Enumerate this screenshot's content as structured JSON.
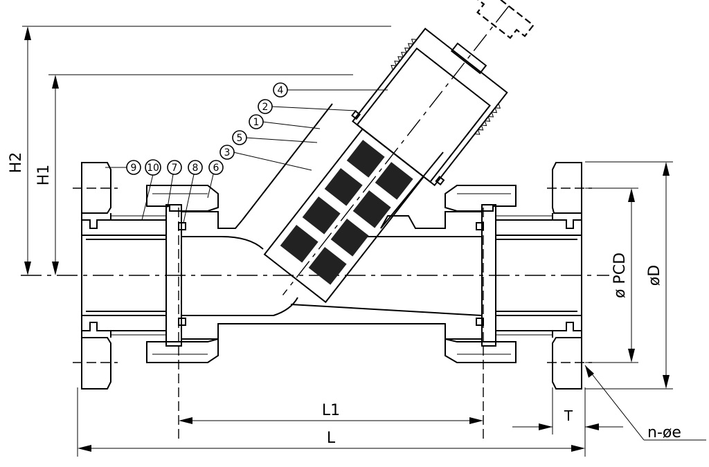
{
  "dimensions": {
    "H2": "H2",
    "H1": "H1",
    "L1": "L1",
    "L": "L",
    "T": "T",
    "PCD": "ø PCD",
    "D": "øD",
    "holes": "n-øe"
  },
  "balloons": [
    {
      "id": "b4",
      "label": "4"
    },
    {
      "id": "b2",
      "label": "2"
    },
    {
      "id": "b1",
      "label": "1"
    },
    {
      "id": "b5",
      "label": "5"
    },
    {
      "id": "b3",
      "label": "3"
    },
    {
      "id": "b9",
      "label": "9"
    },
    {
      "id": "b10",
      "label": "10"
    },
    {
      "id": "b7",
      "label": "7"
    },
    {
      "id": "b8",
      "label": "8"
    },
    {
      "id": "b6",
      "label": "6"
    }
  ],
  "colors": {
    "line": "#000000",
    "background": "#ffffff"
  }
}
